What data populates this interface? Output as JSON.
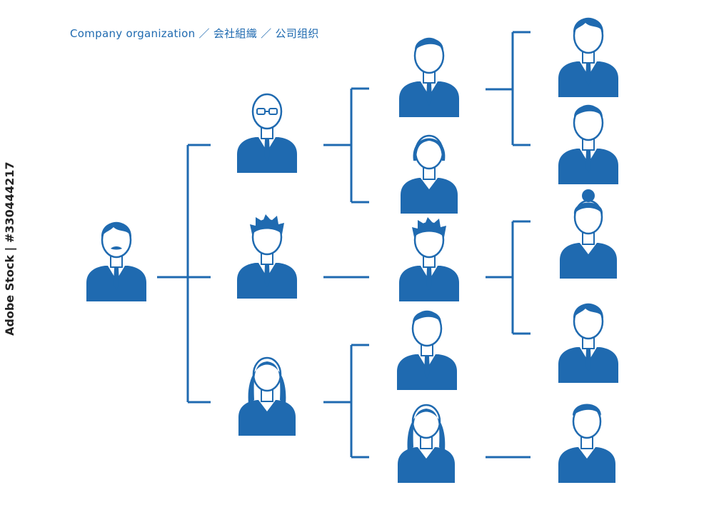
{
  "title": "Company organization ／ 会社組織 ／ 公司组织",
  "side_code": "Adobe Stock | #330444217",
  "colors": {
    "primary": "#1f6ab0",
    "face": "#ffffff",
    "line": "#1f6ab0"
  },
  "levels": [
    {
      "level": 1,
      "members": [
        "president"
      ]
    },
    {
      "level": 2,
      "members": [
        "manager-glasses",
        "manager-spiky",
        "manager-woman"
      ]
    },
    {
      "level": 3,
      "members": [
        "staff-1",
        "staff-2-woman",
        "staff-3",
        "staff-4",
        "staff-5-woman"
      ]
    },
    {
      "level": 4,
      "members": [
        "junior-1",
        "junior-2",
        "junior-3-woman",
        "junior-4",
        "junior-5-woman"
      ]
    }
  ]
}
